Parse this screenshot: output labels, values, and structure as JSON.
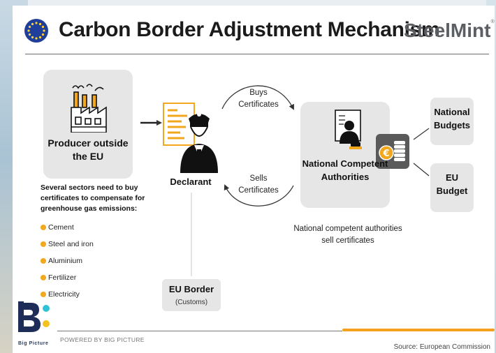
{
  "header": {
    "title": "Carbon Border Adjustment Mechanism",
    "brand": "SteelMint",
    "brand_mark": "®"
  },
  "producer": {
    "label": "Producer outside the EU",
    "sectors_intro": "Several sectors need to buy certificates to compensate for greenhouse gas emissions:",
    "sectors": [
      "Cement",
      "Steel and iron",
      "Aluminium",
      "Fertilizer",
      "Electricity"
    ]
  },
  "declarant": {
    "label": "Declarant"
  },
  "flows": {
    "buys": "Buys Certificates",
    "sells": "Sells Certificates"
  },
  "authorities": {
    "label": "National Competent Authorities",
    "note": "National competent authorities sell certificates"
  },
  "budgets": {
    "national": "National Budgets",
    "eu": "EU Budget"
  },
  "border": {
    "title": "EU Border",
    "subtitle": "(Customs)"
  },
  "footer": {
    "powered": "POWERED BY BIG PICTURE",
    "source": "Source: European Commission",
    "logo_caption": "Big Picture"
  },
  "colors": {
    "accent": "#f3a71c",
    "eu_blue": "#1f3f9a",
    "box_gray": "#e6e6e6",
    "text_dark": "#111111"
  },
  "icons": [
    "eu-flag-icon",
    "factory-icon",
    "declarant-icon",
    "official-icon",
    "coin-stack-icon",
    "big-picture-logo"
  ]
}
